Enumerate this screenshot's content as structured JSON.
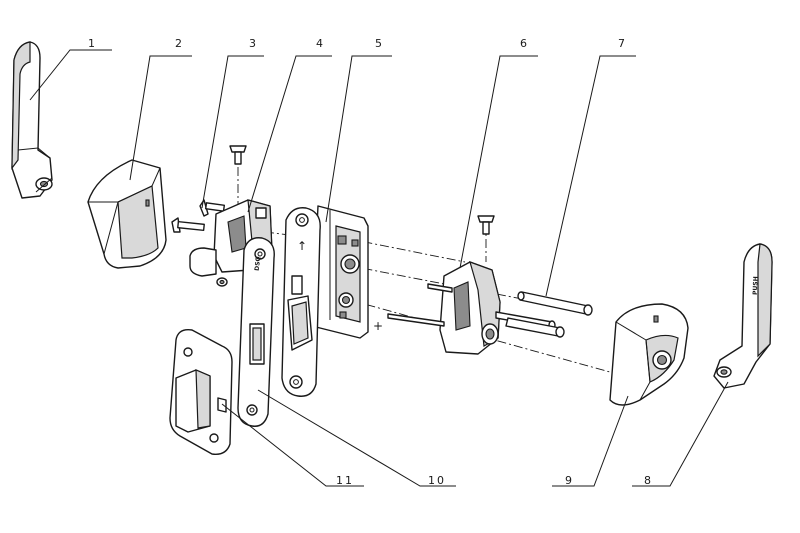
{
  "callouts": [
    {
      "number": "1"
    },
    {
      "number": "2"
    },
    {
      "number": "3"
    },
    {
      "number": "4"
    },
    {
      "number": "5"
    },
    {
      "number": "6"
    },
    {
      "number": "7"
    },
    {
      "number": "8"
    },
    {
      "number": "9"
    },
    {
      "number": "10"
    },
    {
      "number": "11"
    }
  ],
  "markings": {
    "brand_lock": "DSQ",
    "brand_handle": "PUSH",
    "arrow_symbol": "↑",
    "plus_symbol": "+"
  }
}
